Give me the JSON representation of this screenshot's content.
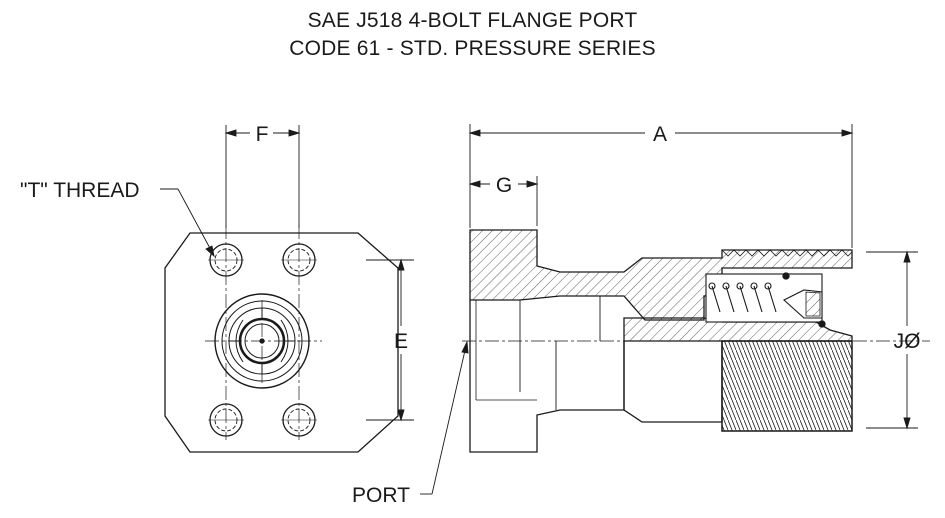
{
  "title": {
    "line1": "SAE J518 4-BOLT FLANGE PORT",
    "line2": "CODE 61 - STD. PRESSURE SERIES"
  },
  "labels": {
    "F": "F",
    "T_thread": "\"T\" THREAD",
    "E": "E",
    "A": "A",
    "G": "G",
    "J": "JØ",
    "port": "PORT"
  },
  "colors": {
    "line": "#1a1a1a",
    "hatch": "#3a3a3a",
    "background": "#ffffff"
  }
}
